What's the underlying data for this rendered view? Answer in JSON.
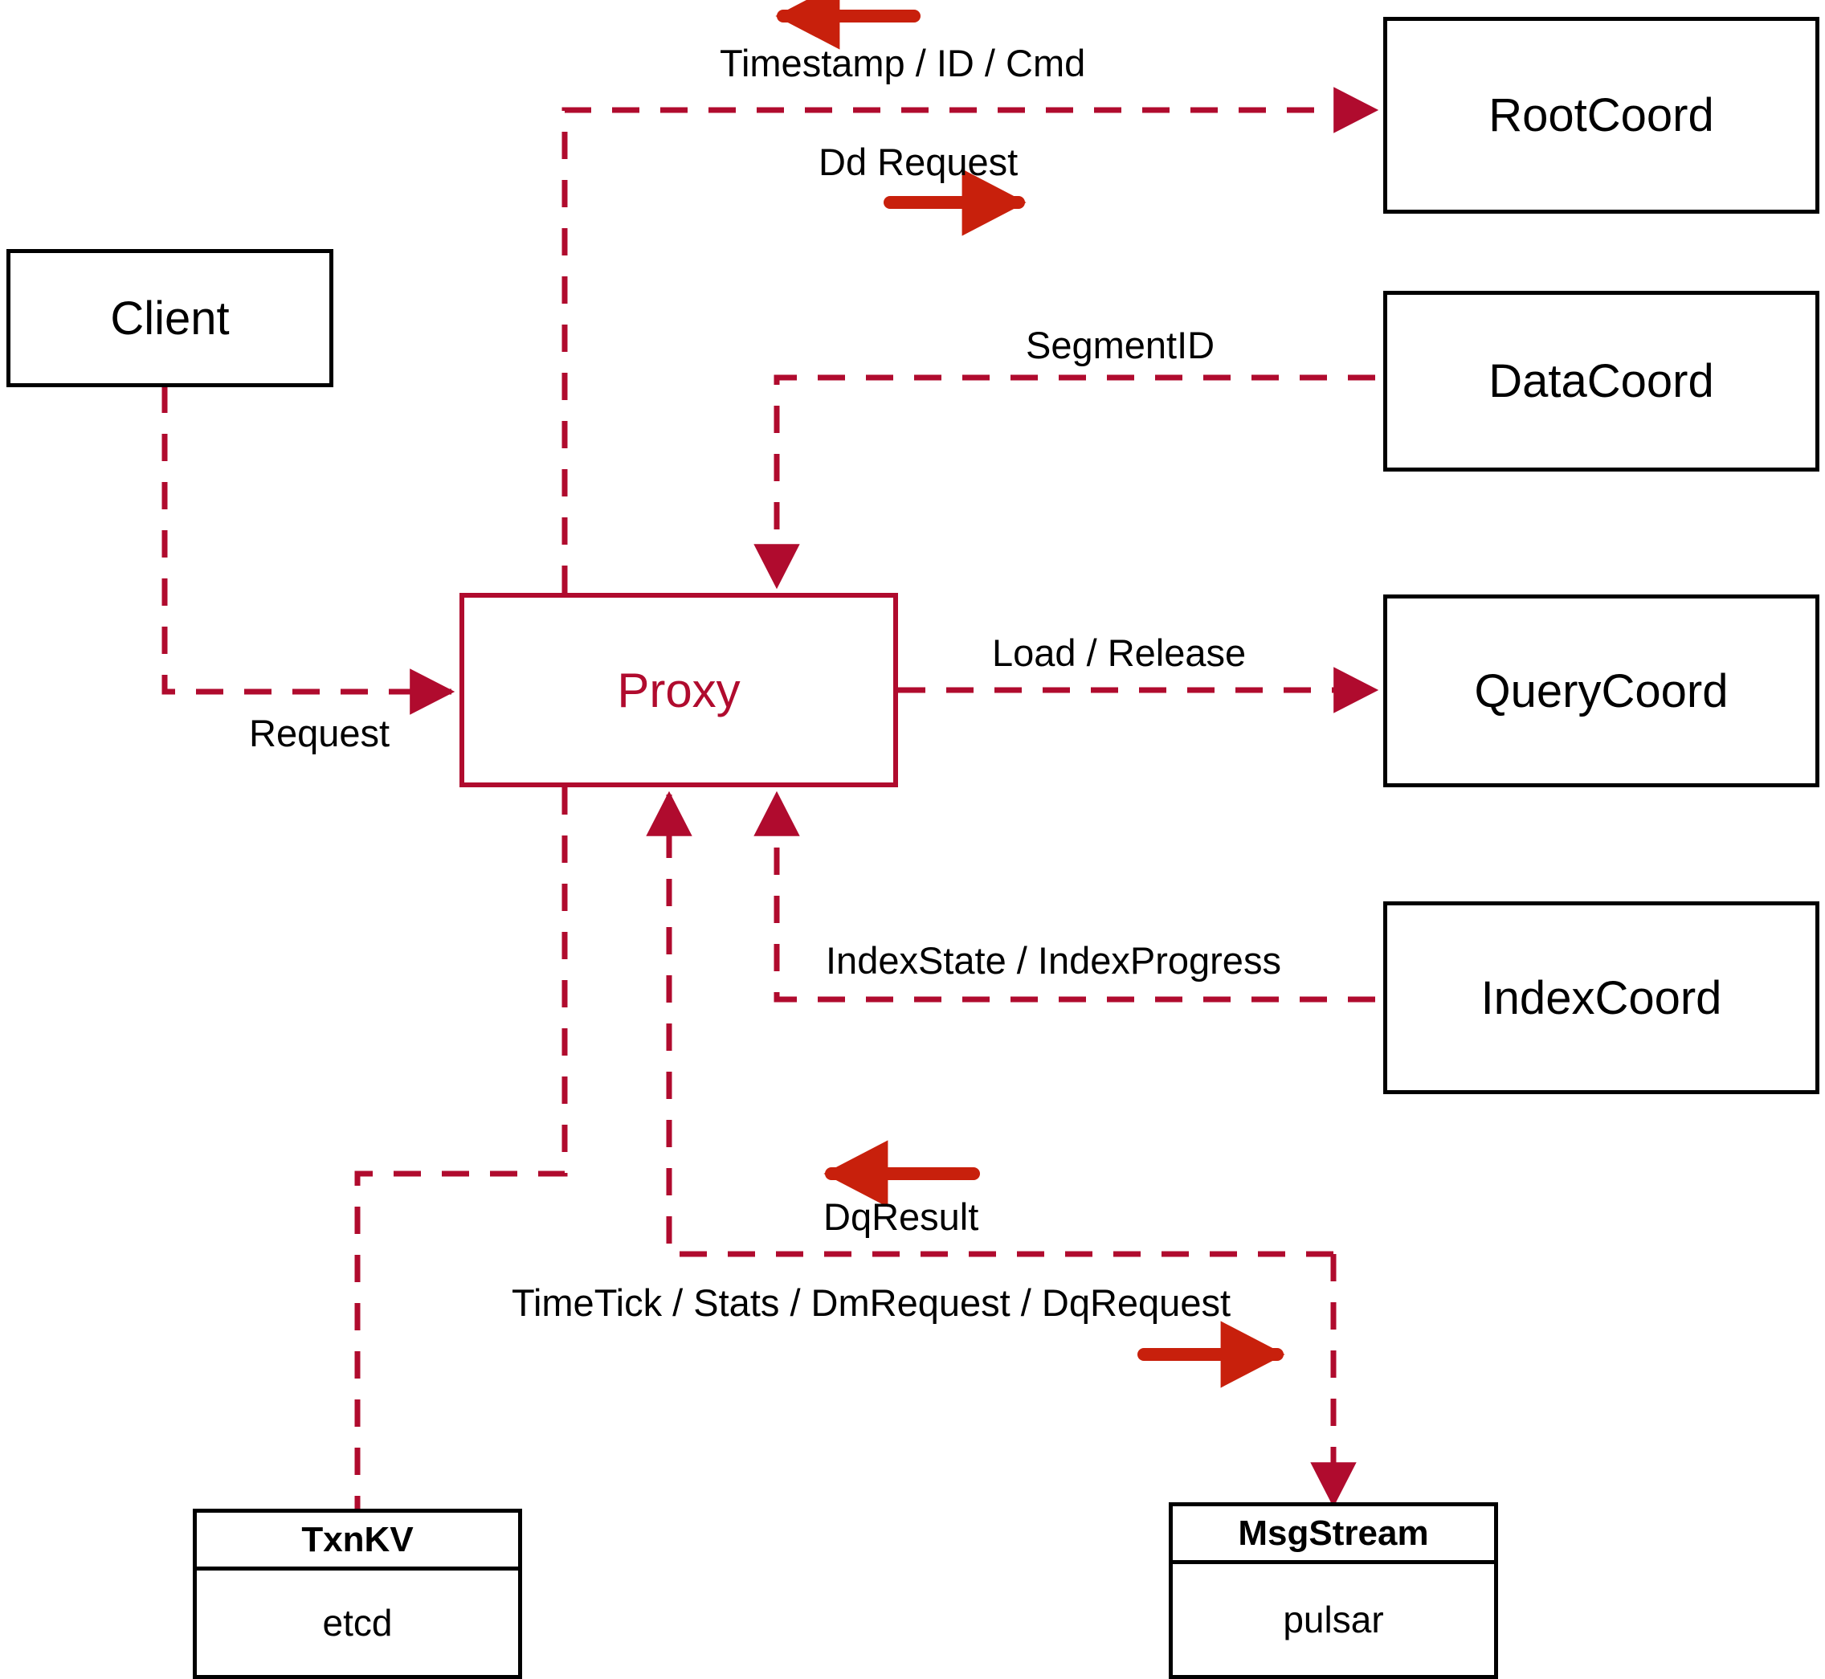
{
  "diagram": {
    "title": "Proxy component interaction diagram",
    "colors": {
      "node_border": "#000000",
      "proxy_accent": "#B00B2E",
      "dashed_edge": "#B00B2E",
      "solid_arrow": "#C8200C",
      "background": "#FFFFFF"
    },
    "nodes": [
      {
        "id": "client",
        "label": "Client"
      },
      {
        "id": "proxy",
        "label": "Proxy"
      },
      {
        "id": "rootcoord",
        "label": "RootCoord"
      },
      {
        "id": "datacoord",
        "label": "DataCoord"
      },
      {
        "id": "querycoord",
        "label": "QueryCoord"
      },
      {
        "id": "indexcoord",
        "label": "IndexCoord"
      }
    ],
    "stacked_nodes": [
      {
        "id": "txnkv",
        "header": "TxnKV",
        "body": "etcd"
      },
      {
        "id": "msgstream",
        "header": "MsgStream",
        "body": "pulsar"
      }
    ],
    "edge_labels": [
      {
        "id": "timestamp-id-cmd",
        "text": "Timestamp / ID / Cmd"
      },
      {
        "id": "dd-request",
        "text": "Dd Request"
      },
      {
        "id": "segmentid",
        "text": "SegmentID"
      },
      {
        "id": "load-release",
        "text": "Load / Release"
      },
      {
        "id": "request",
        "text": "Request"
      },
      {
        "id": "indexstate-indexprogress",
        "text": "IndexState / IndexProgress"
      },
      {
        "id": "dqresult",
        "text": "DqResult"
      },
      {
        "id": "timetick-stats-dmrequest-dqrequest",
        "text": "TimeTick / Stats / DmRequest / DqRequest"
      }
    ]
  }
}
